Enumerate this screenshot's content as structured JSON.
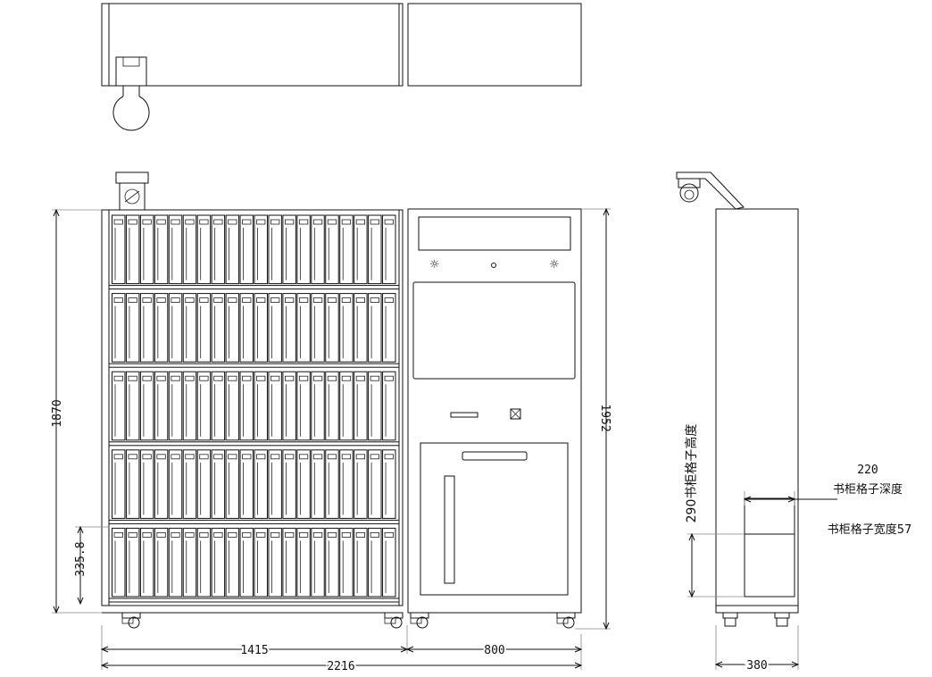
{
  "dimensions": {
    "overall_height": "1870",
    "terminal_height": "1952",
    "cell_pitch": "335.8",
    "bookcase_width": "1415",
    "terminal_width": "800",
    "total_width": "2216",
    "side_depth": "380",
    "cell_height": "290",
    "cell_depth": "220"
  },
  "notes": {
    "cell_height_label": "书柜格子高度",
    "cell_depth_label": "书柜格子深度",
    "cell_width_label": "书柜格子宽度57"
  },
  "layout_counts": {
    "shelf_rows": 5,
    "books_per_row": 20
  }
}
